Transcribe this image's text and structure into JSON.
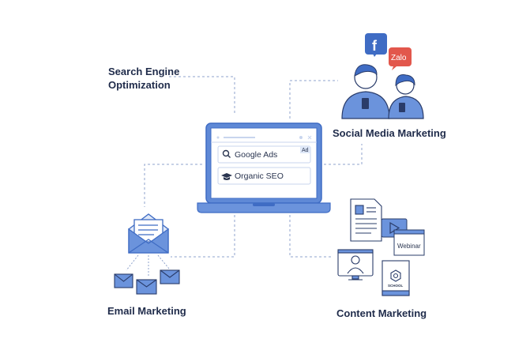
{
  "labels": {
    "seo_line1": "Search Engine",
    "seo_line2": "Optimization",
    "social": "Social Media Marketing",
    "email": "Email Marketing",
    "content": "Content Marketing"
  },
  "laptop": {
    "results": [
      {
        "icon": "search-icon",
        "text": "Google Ads",
        "badge": "Ad"
      },
      {
        "icon": "graduation-cap-icon",
        "text": "Organic SEO"
      }
    ]
  },
  "social_icons": {
    "facebook": "f",
    "zalo": "Zalo"
  },
  "content_items": {
    "webinar": "Webinar",
    "book": "SCHOOL"
  },
  "colors": {
    "accent": "#3f6cc4",
    "fill": "#6b93dc",
    "light": "#dfe8f8",
    "line": "#8fa3cc",
    "text": "#1f2b4a"
  }
}
